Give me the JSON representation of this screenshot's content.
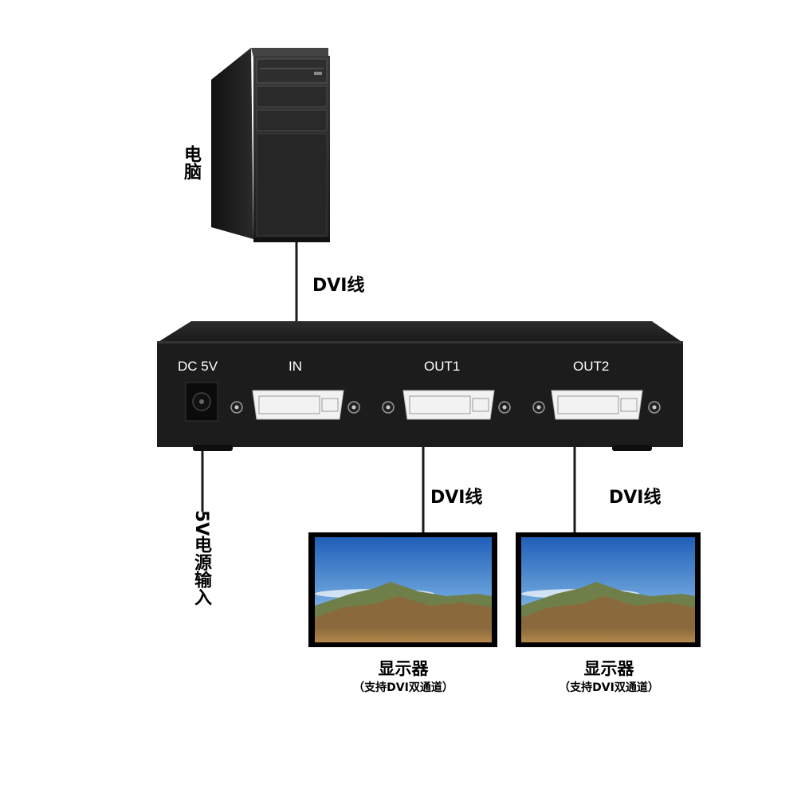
{
  "computer": {
    "label": "电脑"
  },
  "cables": {
    "input_label": "DVI线",
    "out1_label": "DVI线",
    "out2_label": "DVI线"
  },
  "power": {
    "label": "5V电源输入"
  },
  "splitter": {
    "ports": [
      {
        "label": "DC 5V"
      },
      {
        "label": "IN"
      },
      {
        "label": "OUT1"
      },
      {
        "label": "OUT2"
      }
    ]
  },
  "monitors": [
    {
      "title": "显示器",
      "subtitle": "（支持DVI双通道）"
    },
    {
      "title": "显示器",
      "subtitle": "（支持DVI双通道）"
    }
  ],
  "colors": {
    "device_body": "#1f1f1f",
    "cable": "#1a1a1a",
    "connector": "#f2f2f2",
    "sky": "#3b7ac8",
    "mountain": "#7a5a35"
  }
}
